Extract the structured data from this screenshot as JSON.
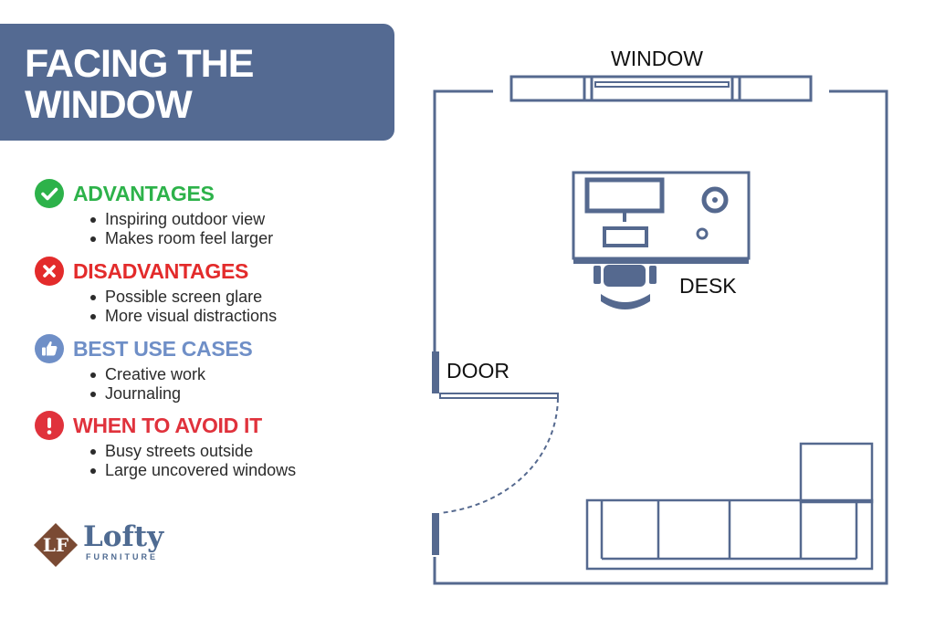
{
  "title": {
    "line1": "FACING THE",
    "line2": "WINDOW"
  },
  "sections": [
    {
      "title": "ADVANTAGES",
      "icon": "check-circle-icon",
      "color": "#2db24a",
      "items": [
        "Inspiring outdoor view",
        "Makes room feel larger"
      ]
    },
    {
      "title": "DISADVANTAGES",
      "icon": "x-circle-icon",
      "color": "#e32b2b",
      "items": [
        "Possible screen glare",
        "More visual distractions"
      ]
    },
    {
      "title": "BEST USE CASES",
      "icon": "thumbs-up-icon",
      "color": "#6f8fc7",
      "items": [
        "Creative work",
        "Journaling"
      ]
    },
    {
      "title": "WHEN TO AVOID IT",
      "icon": "exclamation-circle-icon",
      "color": "#e0323c",
      "items": [
        "Busy streets outside",
        "Large uncovered windows"
      ]
    }
  ],
  "plan": {
    "window_label": "WINDOW",
    "desk_label": "DESK",
    "door_label": "DOOR",
    "line_color": "#55698f"
  },
  "logo": {
    "name": "Lofty",
    "sub": "FURNITURE",
    "mark": "LF"
  }
}
